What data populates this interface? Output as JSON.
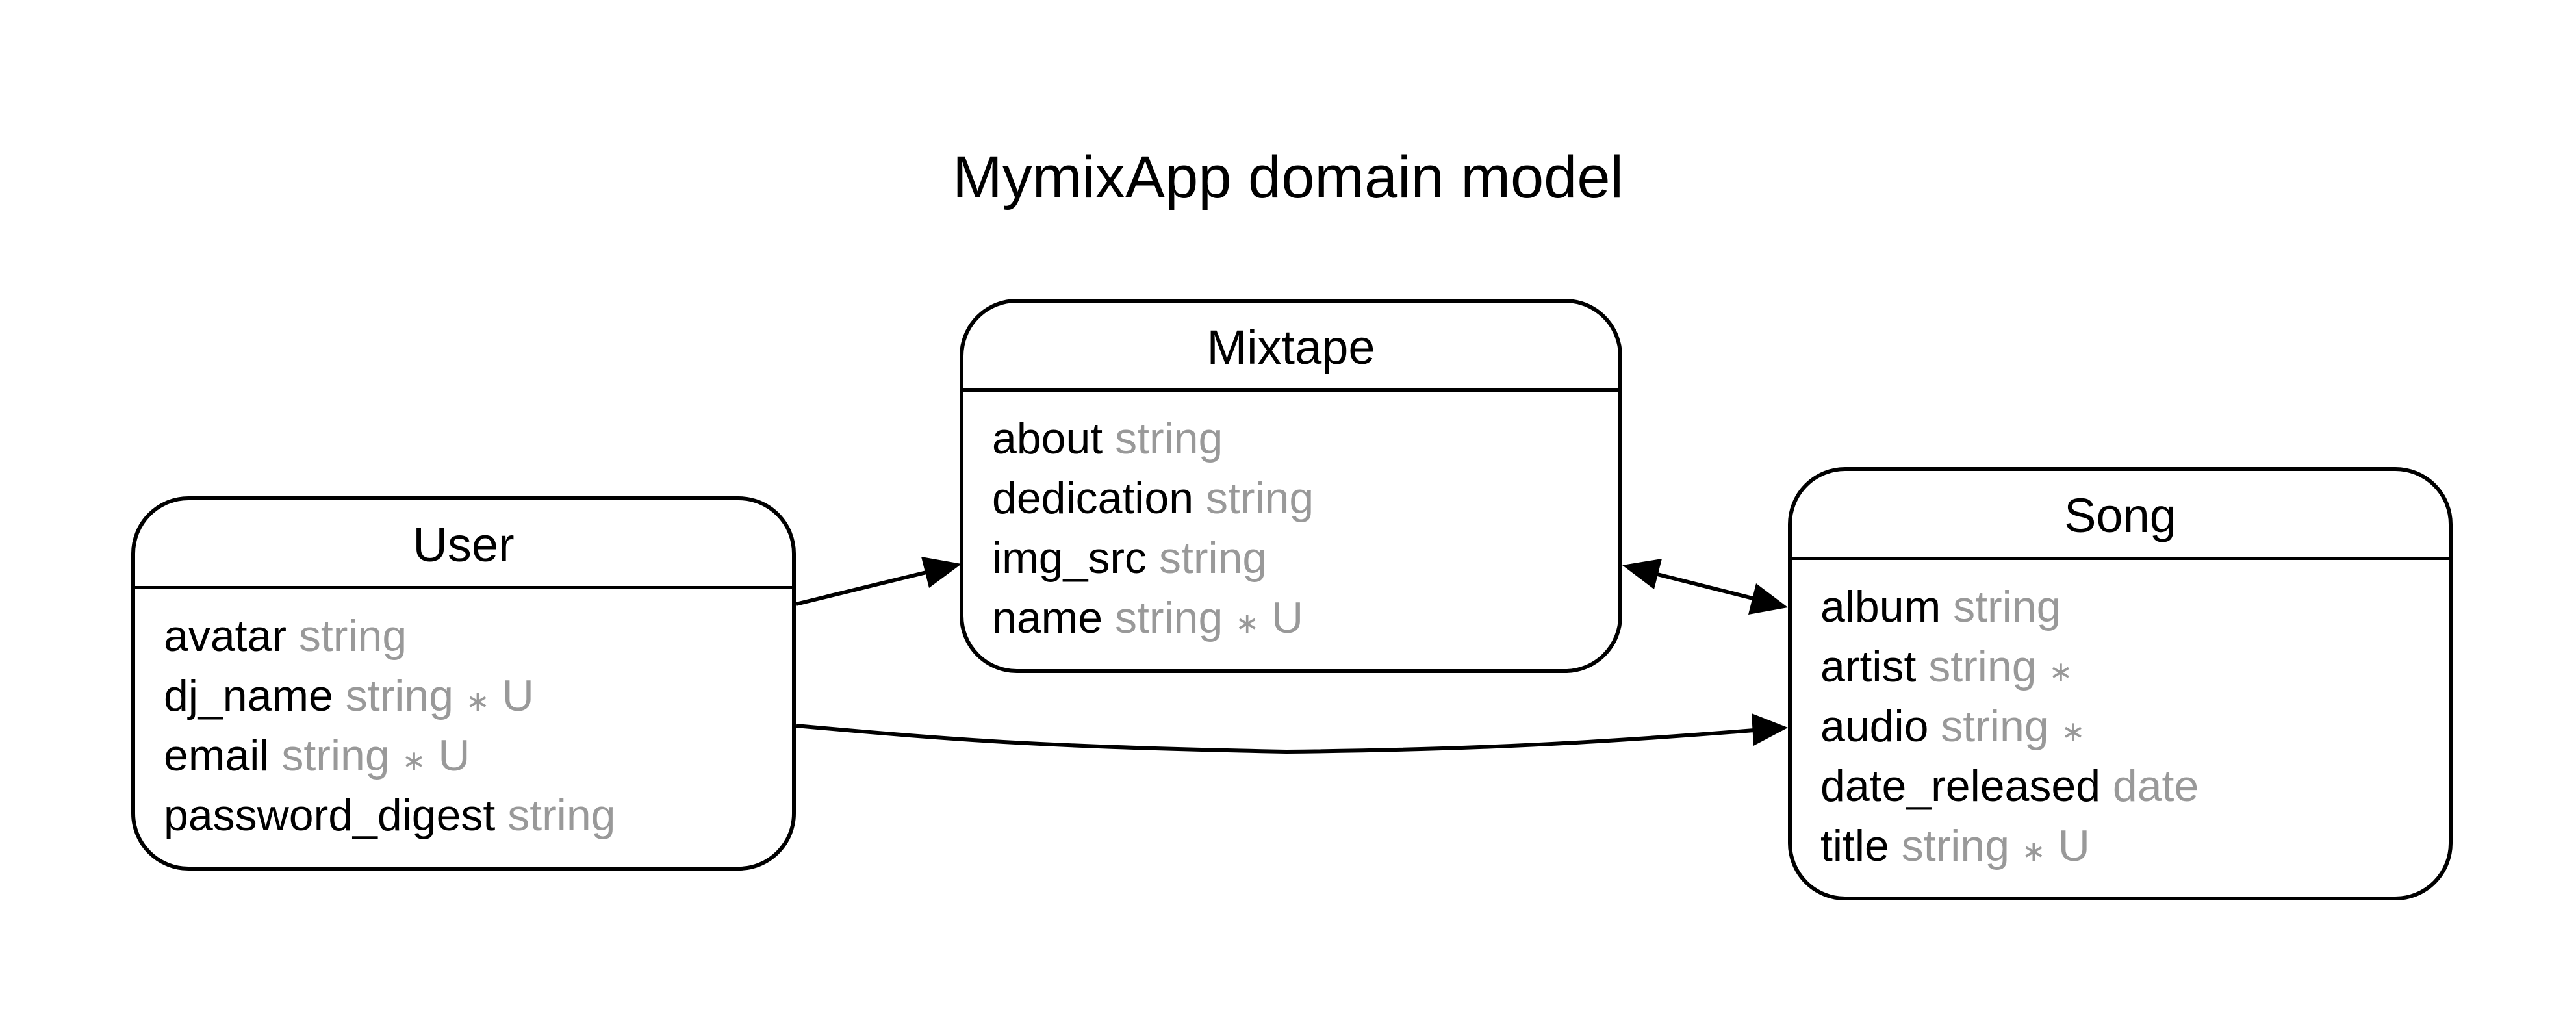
{
  "title": "MymixApp domain model",
  "entities": {
    "mixtape": {
      "name": "Mixtape",
      "attributes": [
        {
          "name": "about",
          "type": "string",
          "required": "",
          "unique": ""
        },
        {
          "name": "dedication",
          "type": "string",
          "required": "",
          "unique": ""
        },
        {
          "name": "img_src",
          "type": "string",
          "required": "",
          "unique": ""
        },
        {
          "name": "name",
          "type": "string",
          "required": "∗",
          "unique": "U"
        }
      ]
    },
    "user": {
      "name": "User",
      "attributes": [
        {
          "name": "avatar",
          "type": "string",
          "required": "",
          "unique": ""
        },
        {
          "name": "dj_name",
          "type": "string",
          "required": "∗",
          "unique": "U"
        },
        {
          "name": "email",
          "type": "string",
          "required": "∗",
          "unique": "U"
        },
        {
          "name": "password_digest",
          "type": "string",
          "required": "",
          "unique": ""
        }
      ]
    },
    "song": {
      "name": "Song",
      "attributes": [
        {
          "name": "album",
          "type": "string",
          "required": "",
          "unique": ""
        },
        {
          "name": "artist",
          "type": "string",
          "required": "∗",
          "unique": ""
        },
        {
          "name": "audio",
          "type": "string",
          "required": "∗",
          "unique": ""
        },
        {
          "name": "date_released",
          "type": "date",
          "required": "",
          "unique": ""
        },
        {
          "name": "title",
          "type": "string",
          "required": "∗",
          "unique": "U"
        }
      ]
    }
  },
  "relationships": [
    {
      "from": "User",
      "to": "Mixtape",
      "arrowheads": "end"
    },
    {
      "from": "Mixtape",
      "to": "Song",
      "arrowheads": "both"
    },
    {
      "from": "User",
      "to": "Song",
      "arrowheads": "end"
    }
  ],
  "colors": {
    "line": "#000000",
    "attribute_name": "#000000",
    "attribute_type": "#999999",
    "background": "#ffffff"
  }
}
